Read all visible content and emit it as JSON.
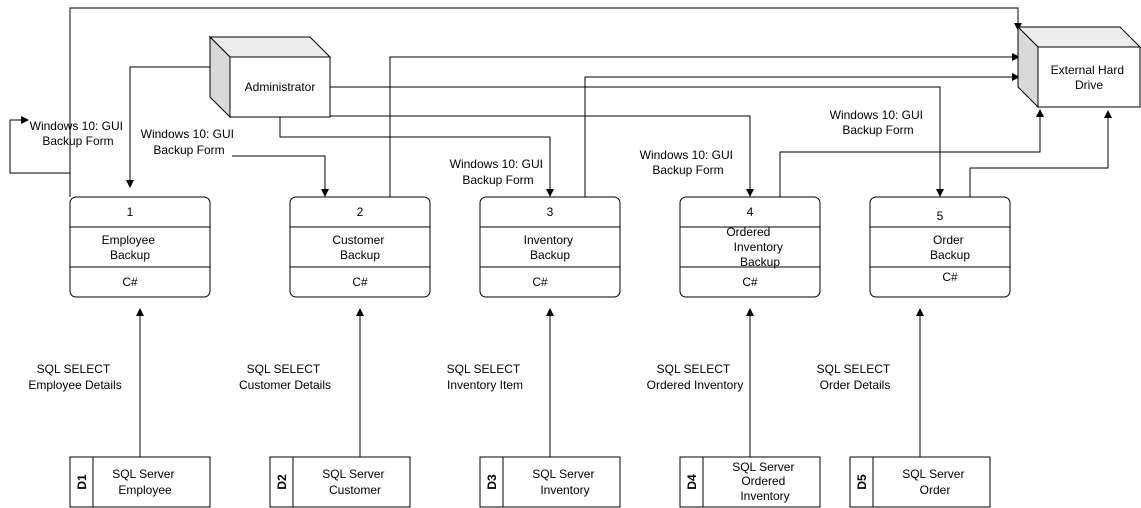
{
  "entities": {
    "administrator": {
      "label": "Administrator"
    },
    "external_drive": {
      "label_lines": [
        "External Hard",
        "Drive"
      ]
    }
  },
  "processes": [
    {
      "number": "1",
      "name_lines": [
        "Employee",
        "Backup"
      ],
      "tech": "C#"
    },
    {
      "number": "2",
      "name_lines": [
        "Customer",
        "Backup"
      ],
      "tech": "C#"
    },
    {
      "number": "3",
      "name_lines": [
        "Inventory",
        "Backup"
      ],
      "tech": "C#"
    },
    {
      "number": "4",
      "name_lines": [
        "Ordered",
        "Inventory",
        "Backup"
      ],
      "tech": "C#"
    },
    {
      "number": "5",
      "name_lines": [
        "Order",
        "Backup"
      ],
      "tech": "C#"
    }
  ],
  "stores": [
    {
      "id": "D1",
      "name_lines": [
        "SQL Server",
        "Employee"
      ]
    },
    {
      "id": "D2",
      "name_lines": [
        "SQL Server",
        "Customer"
      ]
    },
    {
      "id": "D3",
      "name_lines": [
        "SQL Server",
        "Inventory"
      ]
    },
    {
      "id": "D4",
      "name_lines": [
        "SQL Server",
        "Ordered",
        "Inventory"
      ]
    },
    {
      "id": "D5",
      "name_lines": [
        "SQL Server",
        "Order"
      ]
    }
  ],
  "flow_labels": {
    "gui_form": [
      "Windows 10: GUI",
      "Backup Form"
    ],
    "sql_reads": [
      [
        "SQL SELECT",
        "Employee Details"
      ],
      [
        "SQL SELECT",
        "Customer Details"
      ],
      [
        "SQL SELECT",
        "Inventory Item"
      ],
      [
        "SQL SELECT",
        "Ordered Inventory"
      ],
      [
        "SQL SELECT",
        "Order Details"
      ]
    ]
  },
  "colors": {
    "line": "#000000",
    "box_fill": "#ffffff",
    "cube_side": "#e6e6e6"
  }
}
